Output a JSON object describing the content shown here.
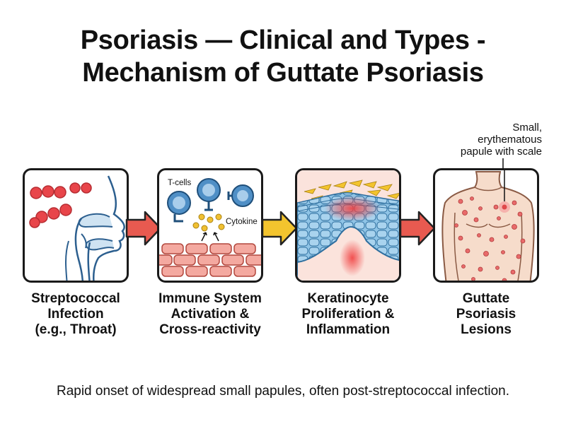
{
  "title_line1": "Psoriasis — Clinical and Types -",
  "title_line2": "Mechanism of Guttate Psoriasis",
  "steps": [
    {
      "caption": [
        "Streptococcal",
        "Infection",
        "(e.g., Throat)"
      ]
    },
    {
      "caption": [
        "Immune System",
        "Activation &",
        "Cross-reactivity"
      ]
    },
    {
      "caption": [
        "Keratinocyte",
        "Proliferation &",
        "Inflammation"
      ]
    },
    {
      "caption": [
        "Guttate",
        "Psoriasis",
        "Lesions"
      ]
    }
  ],
  "labels": {
    "tcells": "T-cells",
    "cytokine": "Cytokine"
  },
  "annotation": [
    "Small,",
    "erythematous",
    "papule with scale"
  ],
  "footer": "Rapid onset of widespread small papules, often post-streptococcal infection.",
  "colors": {
    "bacteria": "#e8454a",
    "tcell": "#4f8fc6",
    "cytokine": "#f0c032",
    "tissue": "#f4a9a0",
    "epidermis": "#8fc4e6",
    "skin": "#f6dccb",
    "arrow_red": "#e85a50",
    "arrow_yellow": "#f3c42e"
  }
}
